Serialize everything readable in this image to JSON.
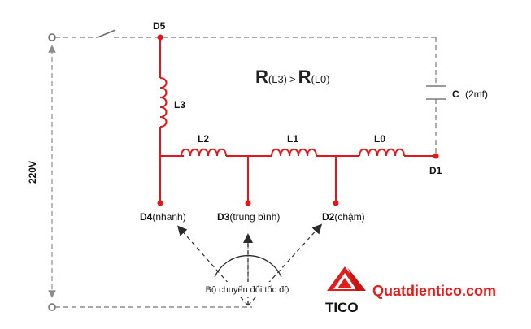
{
  "diagram": {
    "nodes": {
      "d5": "D5",
      "d1": "D1",
      "d4_code": "D4",
      "d4_desc": "(nhanh)",
      "d3_code": "D3",
      "d3_desc": "(trung bình)",
      "d2_code": "D2",
      "d2_desc": "(chậm)"
    },
    "coils": {
      "l3": "L3",
      "l2": "L2",
      "l1": "L1",
      "l0": "L0"
    },
    "capacitor": {
      "name": "C",
      "value": "(2mf)"
    },
    "voltage": "220V",
    "formula": {
      "lhs_symbol": "R",
      "lhs_sub": "(L3)",
      "relation": ">",
      "rhs_symbol": "R",
      "rhs_sub": "(L0)"
    },
    "switch_label": "Bộ chuyển đổi tốc độ"
  },
  "brand": {
    "logo_text": "TICO",
    "website": "Quatdientico.com"
  },
  "colors": {
    "circuit": "#e3161b",
    "dashed": "#8c8c8c",
    "arrow": "#2b2b2b",
    "brand_red": "#e21b1b"
  }
}
